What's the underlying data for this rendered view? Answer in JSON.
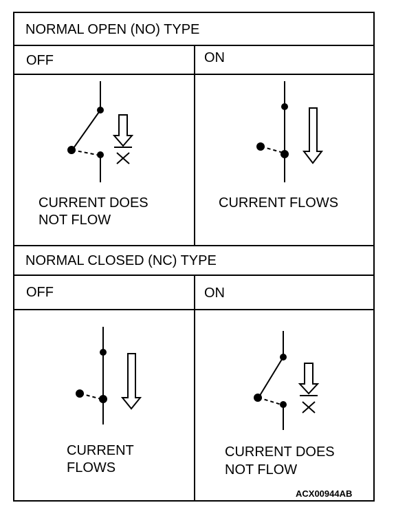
{
  "no_section": {
    "header": "NORMAL OPEN (NO) TYPE",
    "off": {
      "label": "OFF",
      "caption_line1": "CURRENT DOES",
      "caption_line2": "NOT FLOW"
    },
    "on": {
      "label": "ON",
      "caption_line1": "CURRENT FLOWS"
    }
  },
  "nc_section": {
    "header": "NORMAL CLOSED (NC) TYPE",
    "off": {
      "label": "OFF",
      "caption_line1": "CURRENT",
      "caption_line2": "FLOWS"
    },
    "on": {
      "label": "ON",
      "caption_line1": "CURRENT DOES",
      "caption_line2": "NOT FLOW"
    }
  },
  "figure_code": "ACX00944AB"
}
